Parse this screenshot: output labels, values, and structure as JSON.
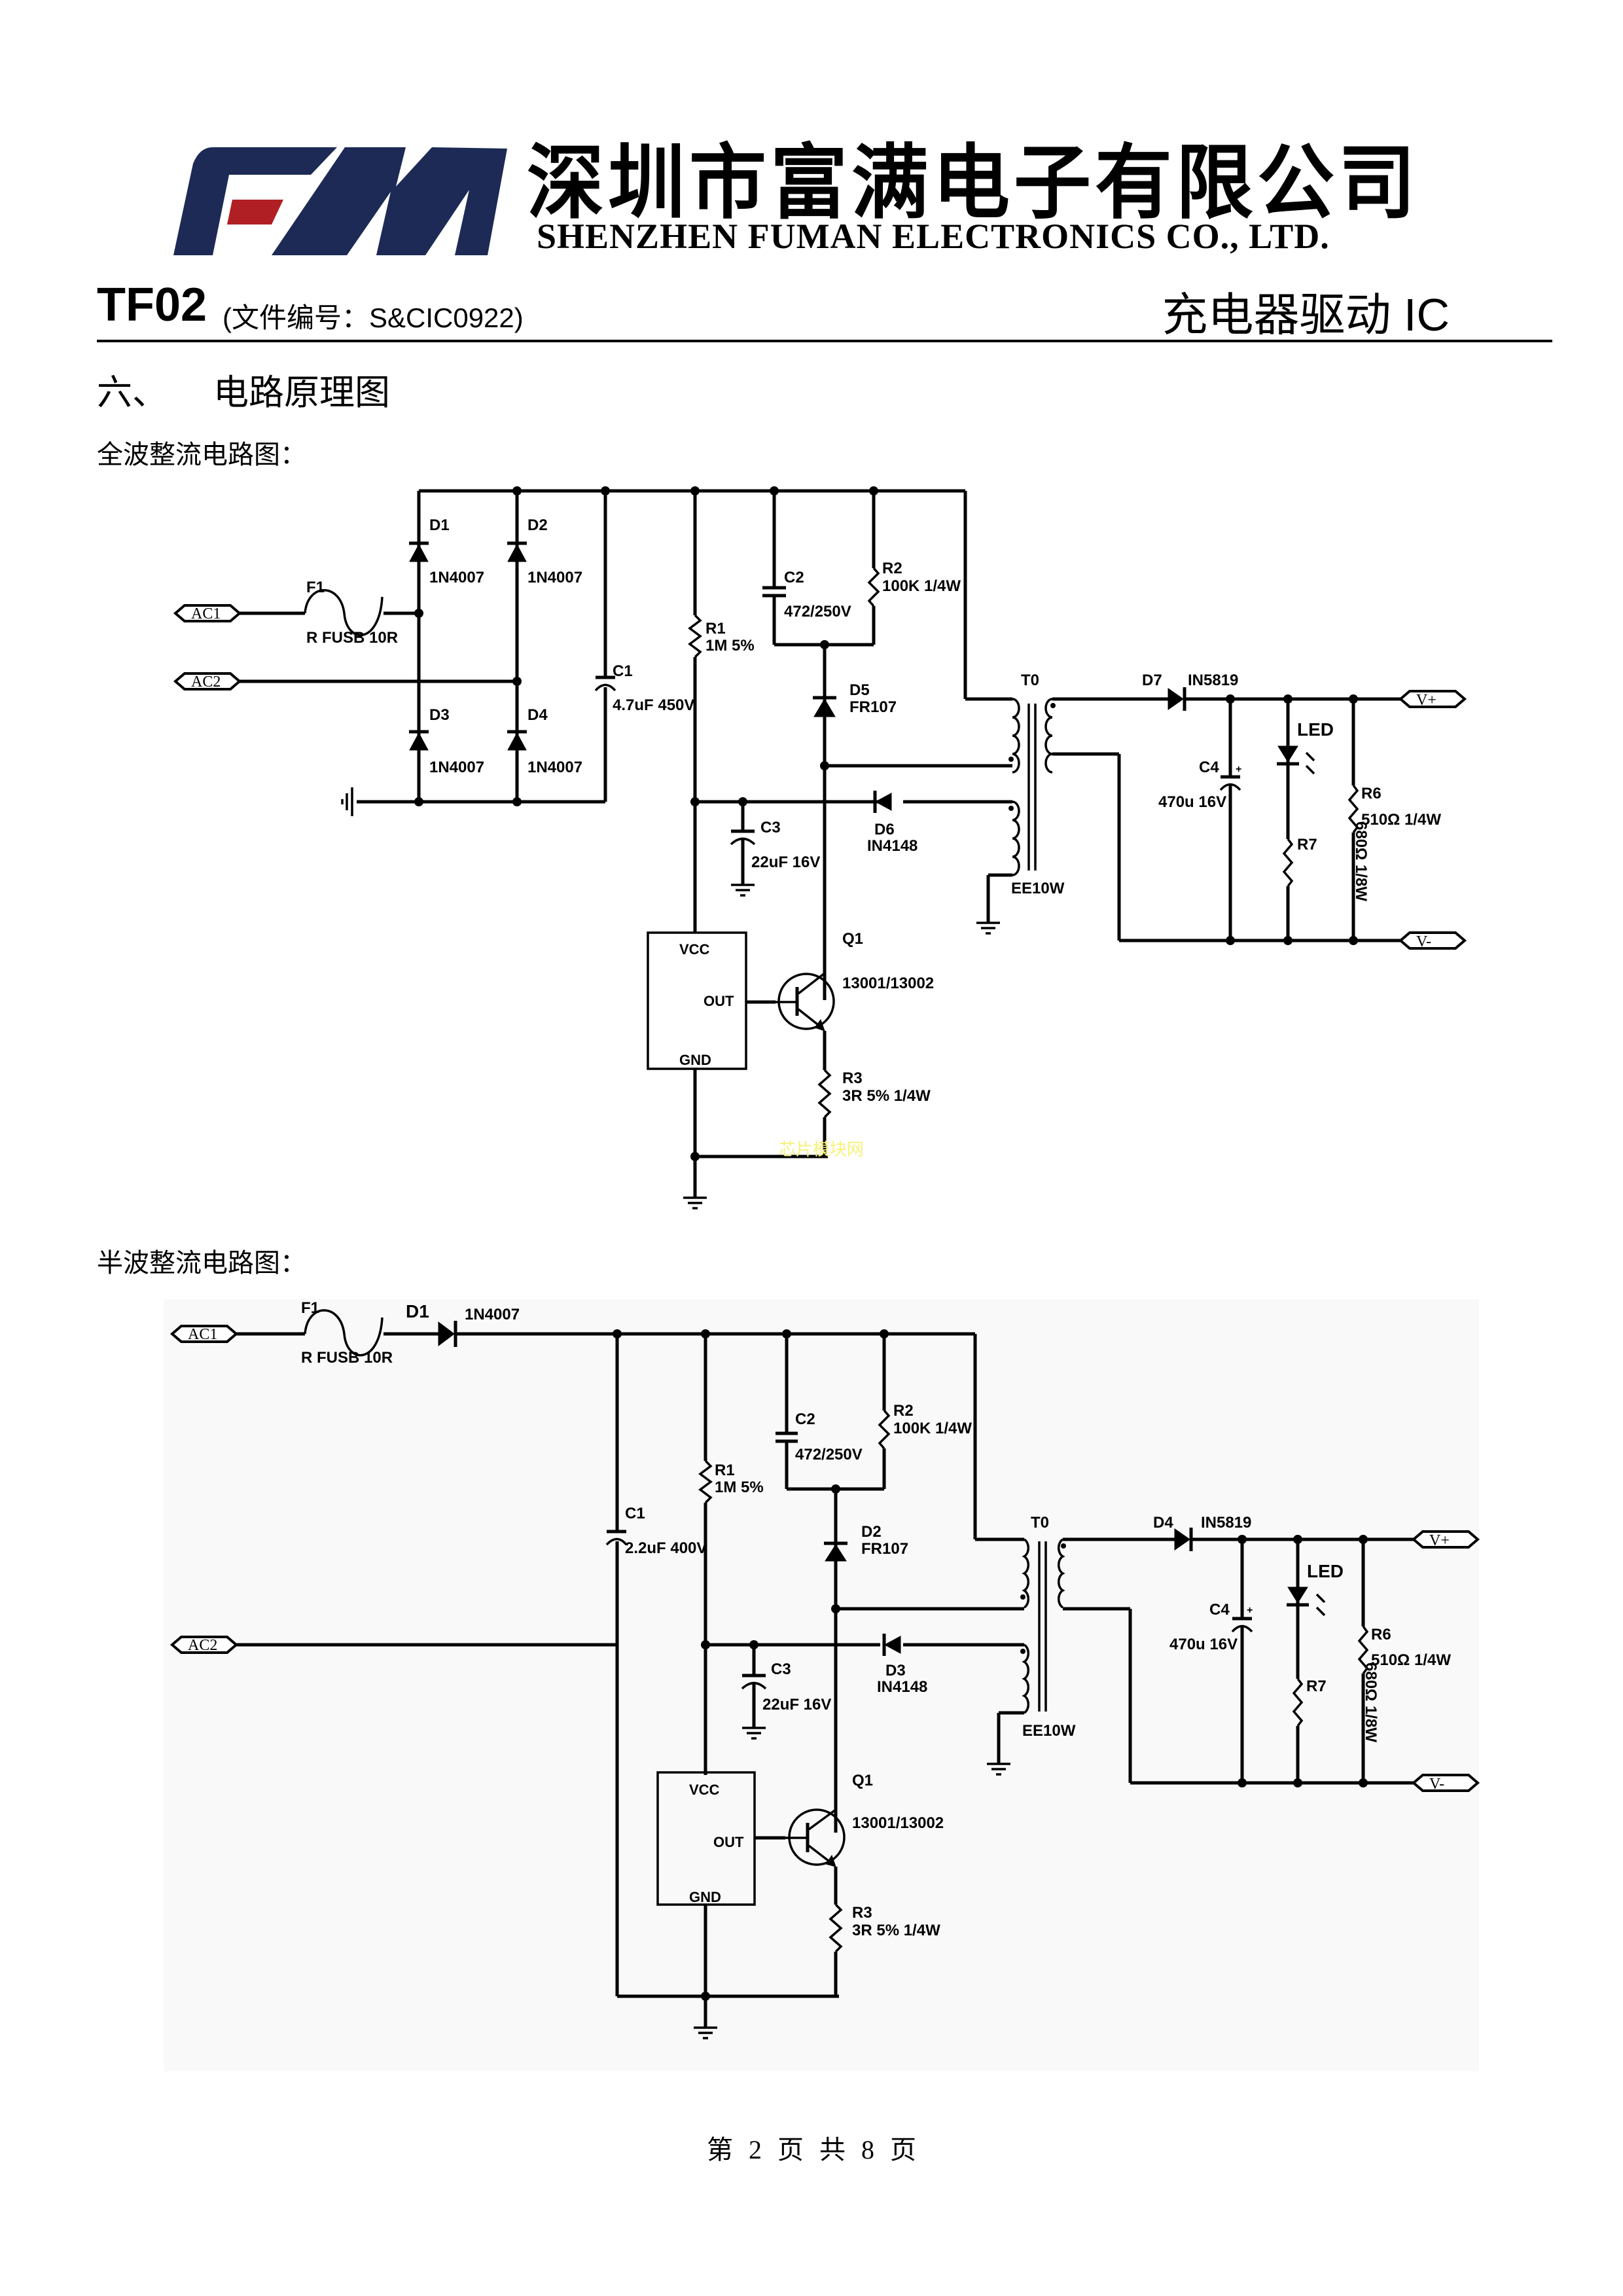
{
  "header": {
    "company_cn": "深圳市富满电子有限公司",
    "company_en": "SHENZHEN FUMAN ELECTRONICS CO., LTD.",
    "logo_text": "FM",
    "logo_colors": {
      "primary": "#1c2a55",
      "accent": "#b01f24"
    },
    "model": "TF02",
    "doc_number": "(文件编号：S&CIC0922)",
    "doc_title": "充电器驱动 IC"
  },
  "section": {
    "number": "六、",
    "title": "电路原理图"
  },
  "full_wave": {
    "title": "全波整流电路图：",
    "ports": {
      "ac1": "AC1",
      "ac2": "AC2",
      "vplus": "V+",
      "vminus": "V-"
    },
    "F1": {
      "ref": "F1",
      "value": "R FUSB 10R"
    },
    "D1": {
      "ref": "D1",
      "value": "1N4007"
    },
    "D2": {
      "ref": "D2",
      "value": "1N4007"
    },
    "D3": {
      "ref": "D3",
      "value": "1N4007"
    },
    "D4": {
      "ref": "D4",
      "value": "1N4007"
    },
    "C1": {
      "ref": "C1",
      "value": "4.7uF 450V"
    },
    "R1": {
      "ref": "R1",
      "value": "1M 5%"
    },
    "C2": {
      "ref": "C2",
      "value": "472/250V"
    },
    "R2": {
      "ref": "R2",
      "value": "100K  1/4W"
    },
    "D5": {
      "ref": "D5",
      "value": "FR107"
    },
    "D6": {
      "ref": "D6",
      "value": "IN4148"
    },
    "C3": {
      "ref": "C3",
      "value": "22uF 16V"
    },
    "T0": {
      "ref": "T0",
      "value": "EE10W"
    },
    "D7": {
      "ref": "D7",
      "value": "IN5819"
    },
    "C4": {
      "ref": "C4",
      "value": "470u 16V",
      "polarity": "+"
    },
    "LED": {
      "ref": "LED"
    },
    "R6": {
      "ref": "R6",
      "value": "510Ω 1/4W"
    },
    "R7": {
      "ref": "R7",
      "value": "680Ω 1/8W"
    },
    "Q1": {
      "ref": "Q1",
      "value": "13001/13002"
    },
    "R3": {
      "ref": "R3",
      "value": "3R 5% 1/4W"
    },
    "ic": {
      "vcc": "VCC",
      "out": "OUT",
      "gnd": "GND"
    },
    "watermark": "芯片模块网"
  },
  "half_wave": {
    "title": "半波整流电路图：",
    "ports": {
      "ac1": "AC1",
      "ac2": "AC2",
      "vplus": "V+",
      "vminus": "V-"
    },
    "F1": {
      "ref": "F1",
      "value": "R FUSB 10R"
    },
    "D1": {
      "ref": "D1",
      "value": "1N4007"
    },
    "C1": {
      "ref": "C1",
      "value": "2.2uF 400V"
    },
    "R1": {
      "ref": "R1",
      "value": "1M 5%"
    },
    "C2": {
      "ref": "C2",
      "value": "472/250V"
    },
    "R2": {
      "ref": "R2",
      "value": "100K  1/4W"
    },
    "D2": {
      "ref": "D2",
      "value": "FR107"
    },
    "D3": {
      "ref": "D3",
      "value": "IN4148"
    },
    "C3": {
      "ref": "C3",
      "value": "22uF 16V"
    },
    "T0": {
      "ref": "T0",
      "value": "EE10W"
    },
    "D4": {
      "ref": "D4",
      "value": "IN5819"
    },
    "C4": {
      "ref": "C4",
      "value": "470u 16V",
      "polarity": "+"
    },
    "LED": {
      "ref": "LED"
    },
    "R6": {
      "ref": "R6",
      "value": "510Ω 1/4W"
    },
    "R7": {
      "ref": "R7",
      "value": "680Ω 1/8W"
    },
    "Q1": {
      "ref": "Q1",
      "value": "13001/13002"
    },
    "R3": {
      "ref": "R3",
      "value": "3R 5% 1/4W"
    },
    "ic": {
      "vcc": "VCC",
      "out": "OUT",
      "gnd": "GND"
    }
  },
  "footer": {
    "page_label": "第 2 页 共 8 页"
  }
}
